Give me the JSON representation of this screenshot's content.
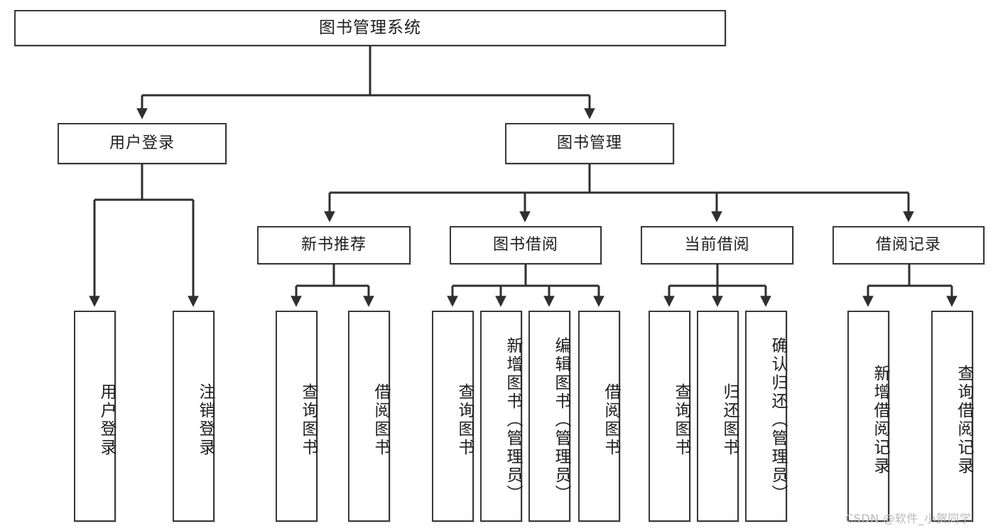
{
  "diagram": {
    "type": "tree-hierarchy-chart",
    "title": "图书管理系统",
    "colors": {
      "box_border": "#3a3a3a",
      "box_fill": "#ffffff",
      "line": "#2f2f2f",
      "text": "#1d1d1d",
      "watermark": "#b9b9b9",
      "background": "#ffffff"
    },
    "root": {
      "label": "图书管理系统"
    },
    "level2": [
      {
        "label": "用户登录"
      },
      {
        "label": "图书管理"
      }
    ],
    "level3": [
      {
        "label": "新书推荐"
      },
      {
        "label": "图书借阅"
      },
      {
        "label": "当前借阅"
      },
      {
        "label": "借阅记录"
      }
    ],
    "leaves": {
      "user_login": [
        {
          "label": "用户登录"
        },
        {
          "label": "注销登录"
        }
      ],
      "new_book": [
        {
          "label": "查询图书"
        },
        {
          "label": "借阅图书"
        }
      ],
      "book_borrow": [
        {
          "label": "查询图书"
        },
        {
          "label": "新增图书（管理员）"
        },
        {
          "label": "编辑图书（管理员）"
        },
        {
          "label": "借阅图书"
        }
      ],
      "current_borrow": [
        {
          "label": "查询图书"
        },
        {
          "label": "归还图书"
        },
        {
          "label": "确认归还（管理员）"
        }
      ],
      "borrow_record": [
        {
          "label": "新增借阅记录"
        },
        {
          "label": "查询借阅记录"
        }
      ]
    }
  },
  "watermark": {
    "text": "CSDN @软件_小贺同学"
  }
}
